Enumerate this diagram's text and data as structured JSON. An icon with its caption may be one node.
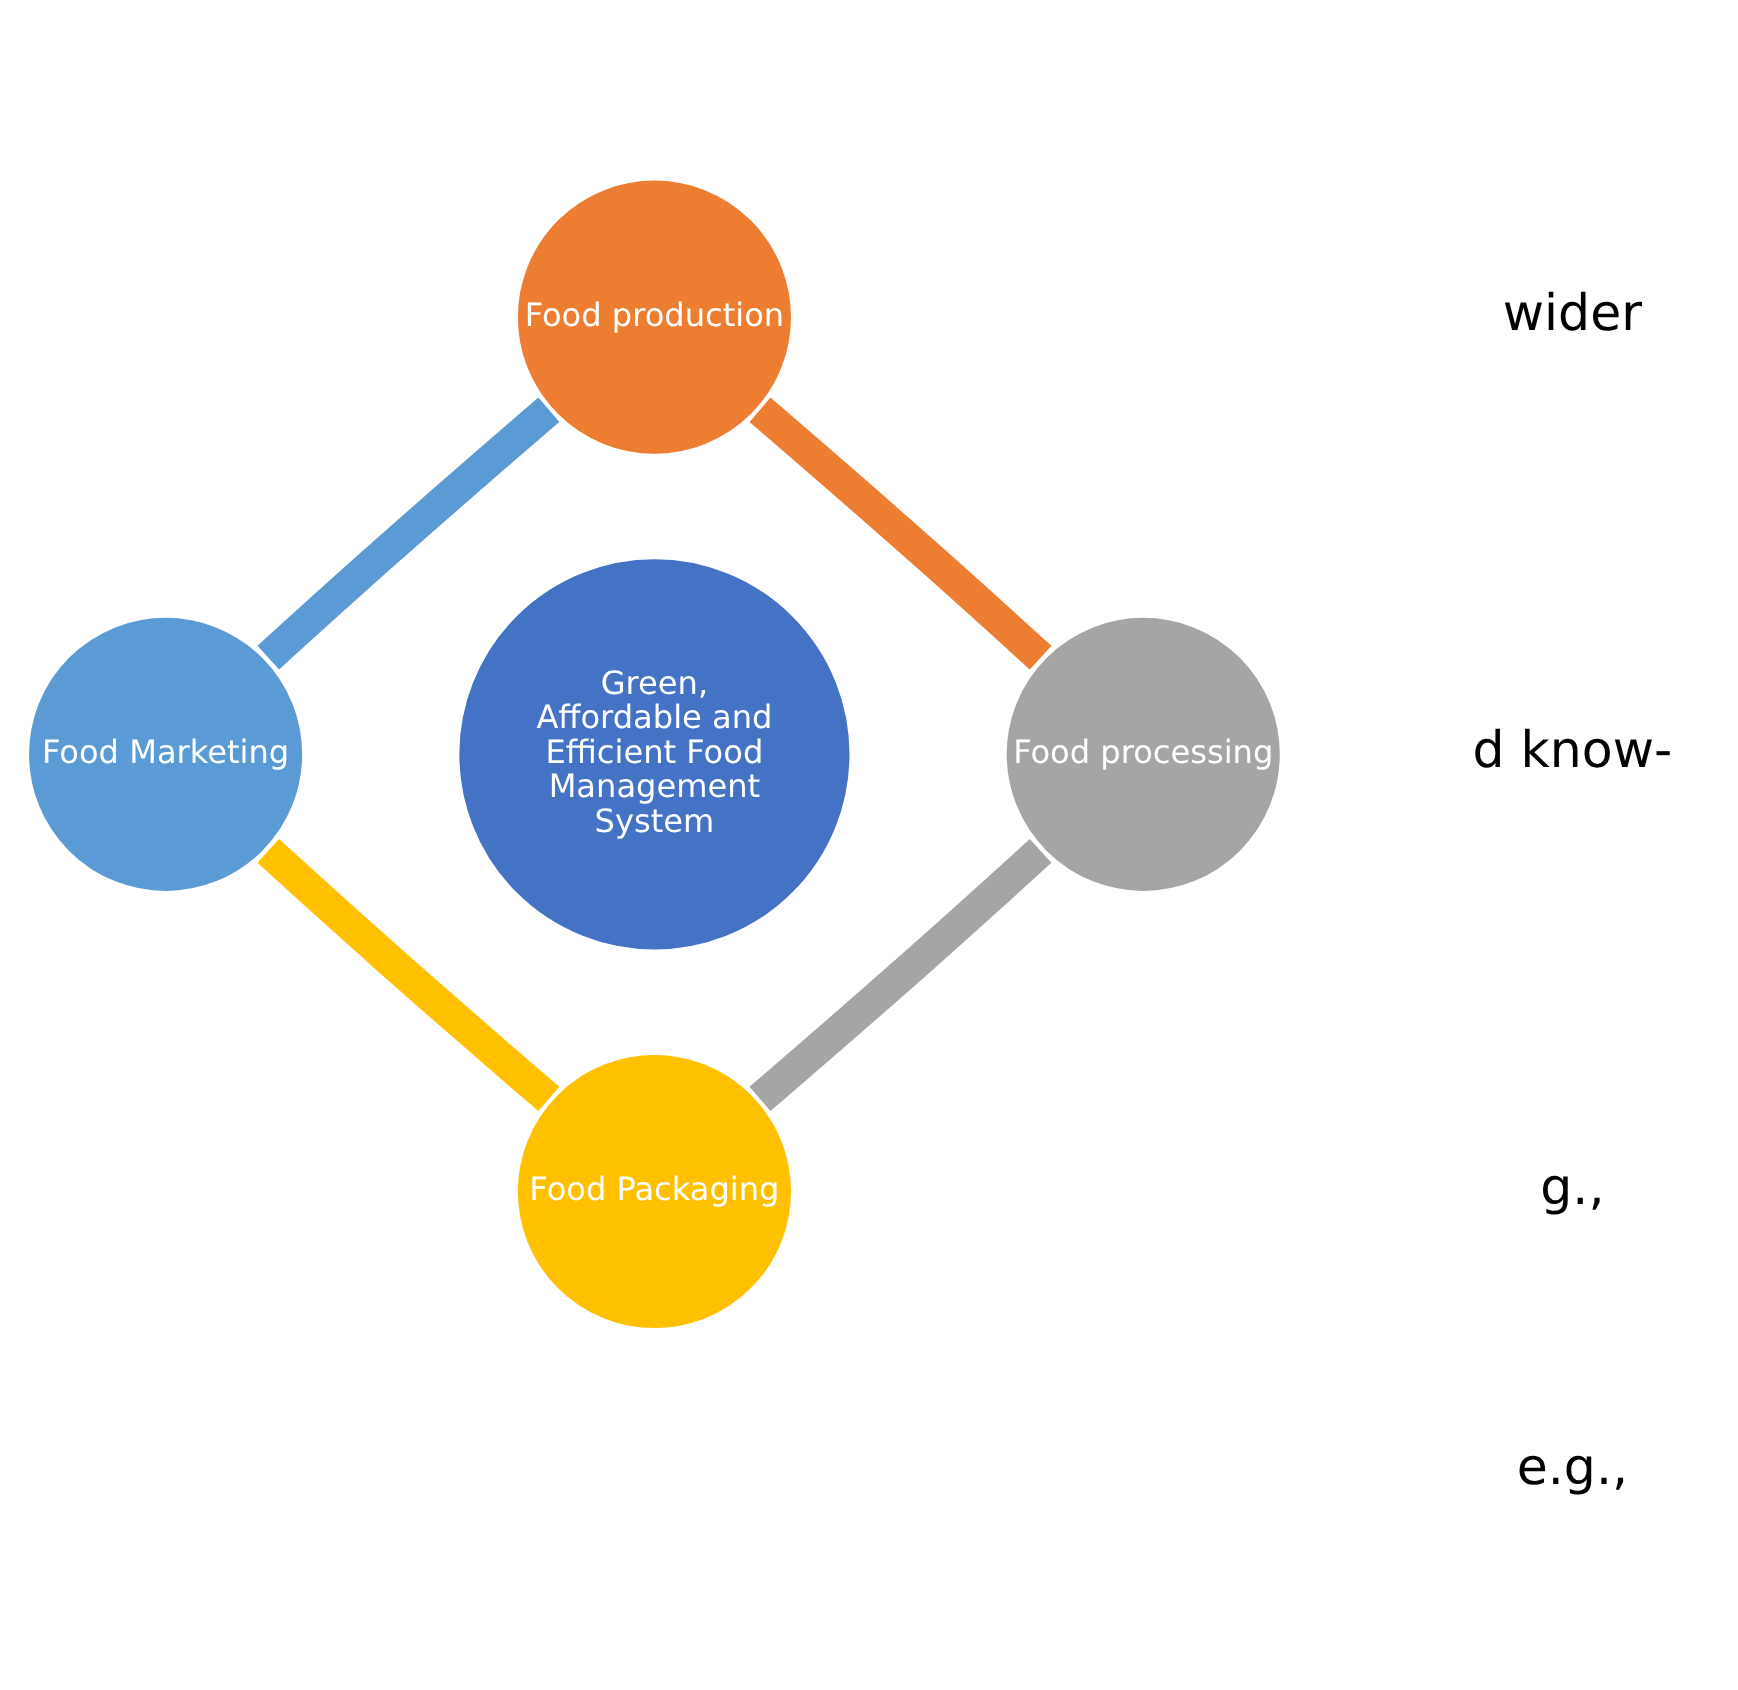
{
  "diagram": {
    "nodes": [
      {
        "text": [
          "Food production"
        ]
      },
      {
        "text": [
          "Food processing"
        ]
      },
      {
        "text": [
          "Food Packaging"
        ]
      },
      {
        "text": [
          "Food Marketing"
        ]
      },
      {
        "text": [
          "Green, Affordable and Efficient Food Management System"
        ]
      }
    ],
    "edges": [
      {
        "from": 0,
        "to": 1,
        "arrow": "none",
        "color": "#ed7d31"
      },
      {
        "from": 1,
        "to": 2,
        "arrow": "none",
        "color": "#a5a5a5"
      },
      {
        "from": 2,
        "to": 3,
        "arrow": "none",
        "color": "#ffc000"
      },
      {
        "from": 3,
        "to": 0,
        "arrow": "none",
        "color": "#5b9bd5"
      }
    ],
    "labels": [
      "wider",
      "d know-",
      "g.,",
      "e.g.,"
    ]
  }
}
